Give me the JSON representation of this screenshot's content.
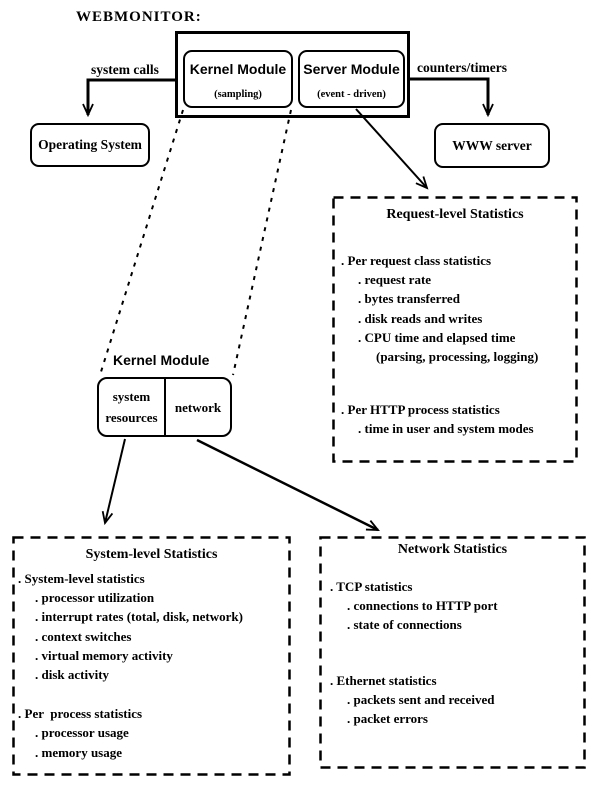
{
  "colors": {
    "ink": "#000000",
    "background": "#ffffff"
  },
  "header": {
    "title": "WEBMONITOR:"
  },
  "monitor": {
    "kernel_module": {
      "label": "Kernel Module",
      "mode": "(sampling)"
    },
    "server_module": {
      "label": "Server Module",
      "mode": "(event - driven)"
    }
  },
  "edges": {
    "system_calls": "system calls",
    "counters_timers": "counters/timers"
  },
  "os_box": {
    "label": "Operating System"
  },
  "www_box": {
    "label": "WWW server"
  },
  "request_box": {
    "title": "Request-level Statistics",
    "lines": [
      ". Per request class statistics",
      ". request rate",
      ". bytes transferred",
      ". disk reads and writes",
      ". CPU time and elapsed time",
      "(parsing, processing, logging)",
      ". Per HTTP process statistics",
      ". time in user and system modes"
    ]
  },
  "kernel_detail": {
    "label": "Kernel Module",
    "left_cell": {
      "line1": "system",
      "line2": "resources"
    },
    "right_cell": "network"
  },
  "system_box": {
    "title": "System-level Statistics",
    "lines": [
      ". System-level statistics",
      ". processor utilization",
      ". interrupt rates (total, disk, network)",
      ". context switches",
      ". virtual memory activity",
      ". disk activity",
      ". Per  process statistics",
      ". processor usage",
      ". memory usage"
    ]
  },
  "network_box": {
    "title": "Network Statistics",
    "lines": [
      ". TCP statistics",
      ". connections to HTTP port",
      ". state of connections",
      ". Ethernet statistics",
      ". packets sent and received",
      ". packet errors"
    ]
  }
}
